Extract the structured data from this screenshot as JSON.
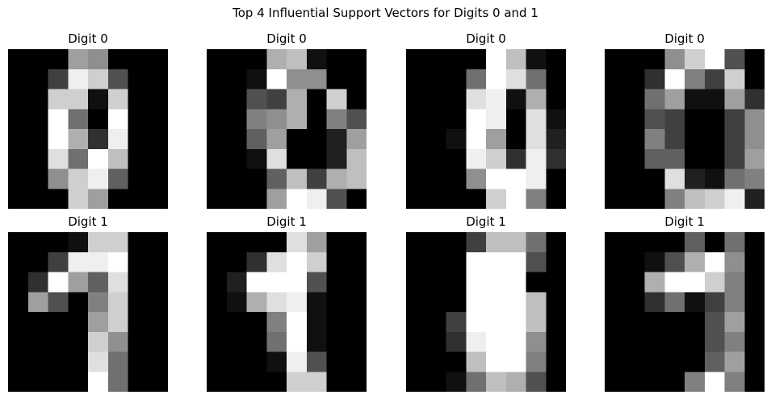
{
  "figure": {
    "suptitle": "Top 4 Influential Support Vectors for Digits 0 and 1"
  },
  "chart_data": {
    "type": "heatmap",
    "colormap": "gray",
    "value_range": [
      0,
      16
    ],
    "grid": false,
    "axes_visible": false,
    "panels": [
      {
        "title": "Digit 0",
        "image": [
          [
            0,
            0,
            0,
            10,
            9,
            0,
            0,
            0
          ],
          [
            0,
            0,
            4,
            15,
            13,
            5,
            0,
            0
          ],
          [
            0,
            0,
            13,
            13,
            1,
            13,
            0,
            0
          ],
          [
            0,
            0,
            16,
            7,
            0,
            16,
            0,
            0
          ],
          [
            0,
            0,
            16,
            11,
            3,
            15,
            0,
            0
          ],
          [
            0,
            0,
            14,
            7,
            16,
            12,
            0,
            0
          ],
          [
            0,
            0,
            9,
            13,
            15,
            6,
            0,
            0
          ],
          [
            0,
            0,
            0,
            13,
            10,
            0,
            0,
            0
          ]
        ]
      },
      {
        "title": "Digit 0",
        "image": [
          [
            0,
            0,
            0,
            11,
            12,
            1,
            0,
            0
          ],
          [
            0,
            0,
            1,
            16,
            9,
            9,
            0,
            0
          ],
          [
            0,
            0,
            5,
            4,
            11,
            0,
            13,
            0
          ],
          [
            0,
            0,
            8,
            9,
            11,
            0,
            8,
            5
          ],
          [
            0,
            0,
            6,
            10,
            0,
            0,
            2,
            10
          ],
          [
            0,
            0,
            1,
            14,
            0,
            0,
            2,
            12
          ],
          [
            0,
            0,
            0,
            6,
            12,
            4,
            11,
            12
          ],
          [
            0,
            0,
            0,
            10,
            16,
            15,
            5,
            0
          ]
        ]
      },
      {
        "title": "Digit 0",
        "image": [
          [
            0,
            0,
            0,
            0,
            16,
            12,
            1,
            0
          ],
          [
            0,
            0,
            0,
            7,
            16,
            14,
            7,
            0
          ],
          [
            0,
            0,
            0,
            14,
            15,
            1,
            11,
            0
          ],
          [
            0,
            0,
            0,
            16,
            15,
            0,
            14,
            1
          ],
          [
            0,
            0,
            1,
            16,
            10,
            0,
            14,
            2
          ],
          [
            0,
            0,
            0,
            15,
            13,
            3,
            15,
            3
          ],
          [
            0,
            0,
            0,
            9,
            16,
            16,
            15,
            0
          ],
          [
            0,
            0,
            0,
            0,
            13,
            16,
            8,
            0
          ]
        ]
      },
      {
        "title": "Digit 0",
        "image": [
          [
            0,
            0,
            0,
            9,
            13,
            16,
            5,
            0
          ],
          [
            0,
            0,
            3,
            16,
            8,
            4,
            13,
            0
          ],
          [
            0,
            0,
            7,
            10,
            1,
            1,
            10,
            3
          ],
          [
            0,
            0,
            5,
            4,
            0,
            0,
            4,
            9
          ],
          [
            0,
            0,
            8,
            4,
            0,
            0,
            4,
            9
          ],
          [
            0,
            0,
            6,
            6,
            0,
            0,
            4,
            10
          ],
          [
            0,
            0,
            0,
            14,
            2,
            1,
            7,
            8
          ],
          [
            0,
            0,
            0,
            8,
            12,
            13,
            15,
            2
          ]
        ]
      },
      {
        "title": "Digit 1",
        "image": [
          [
            0,
            0,
            0,
            1,
            13,
            13,
            0,
            0
          ],
          [
            0,
            0,
            4,
            15,
            15,
            16,
            0,
            0
          ],
          [
            0,
            3,
            16,
            10,
            6,
            14,
            0,
            0
          ],
          [
            0,
            10,
            5,
            0,
            8,
            13,
            0,
            0
          ],
          [
            0,
            0,
            0,
            0,
            10,
            13,
            0,
            0
          ],
          [
            0,
            0,
            0,
            0,
            13,
            9,
            0,
            0
          ],
          [
            0,
            0,
            0,
            0,
            14,
            7,
            0,
            0
          ],
          [
            0,
            0,
            0,
            0,
            16,
            7,
            0,
            0
          ]
        ]
      },
      {
        "title": "Digit 1",
        "image": [
          [
            0,
            0,
            0,
            0,
            14,
            10,
            0,
            0
          ],
          [
            0,
            0,
            3,
            14,
            16,
            13,
            0,
            0
          ],
          [
            0,
            2,
            16,
            16,
            16,
            5,
            0,
            0
          ],
          [
            0,
            1,
            11,
            14,
            15,
            1,
            0,
            0
          ],
          [
            0,
            0,
            0,
            8,
            16,
            1,
            0,
            0
          ],
          [
            0,
            0,
            0,
            7,
            16,
            1,
            0,
            0
          ],
          [
            0,
            0,
            0,
            1,
            15,
            5,
            0,
            0
          ],
          [
            0,
            0,
            0,
            0,
            13,
            13,
            0,
            0
          ]
        ]
      },
      {
        "title": "Digit 1",
        "image": [
          [
            0,
            0,
            0,
            4,
            12,
            12,
            7,
            0
          ],
          [
            0,
            0,
            0,
            16,
            16,
            16,
            5,
            0
          ],
          [
            0,
            0,
            0,
            16,
            16,
            16,
            0,
            0
          ],
          [
            0,
            0,
            0,
            16,
            16,
            16,
            12,
            0
          ],
          [
            0,
            0,
            4,
            16,
            16,
            16,
            12,
            0
          ],
          [
            0,
            0,
            3,
            15,
            16,
            16,
            9,
            0
          ],
          [
            0,
            0,
            0,
            12,
            16,
            16,
            8,
            0
          ],
          [
            0,
            0,
            1,
            7,
            12,
            11,
            5,
            0
          ]
        ]
      },
      {
        "title": "Digit 1",
        "image": [
          [
            0,
            0,
            0,
            0,
            6,
            0,
            7,
            0
          ],
          [
            0,
            0,
            1,
            5,
            11,
            16,
            9,
            0
          ],
          [
            0,
            0,
            11,
            16,
            16,
            13,
            8,
            0
          ],
          [
            0,
            0,
            3,
            7,
            1,
            4,
            8,
            0
          ],
          [
            0,
            0,
            0,
            0,
            0,
            5,
            10,
            0
          ],
          [
            0,
            0,
            0,
            0,
            0,
            5,
            8,
            0
          ],
          [
            0,
            0,
            0,
            0,
            0,
            6,
            10,
            0
          ],
          [
            0,
            0,
            0,
            0,
            8,
            16,
            8,
            0
          ]
        ]
      }
    ]
  }
}
